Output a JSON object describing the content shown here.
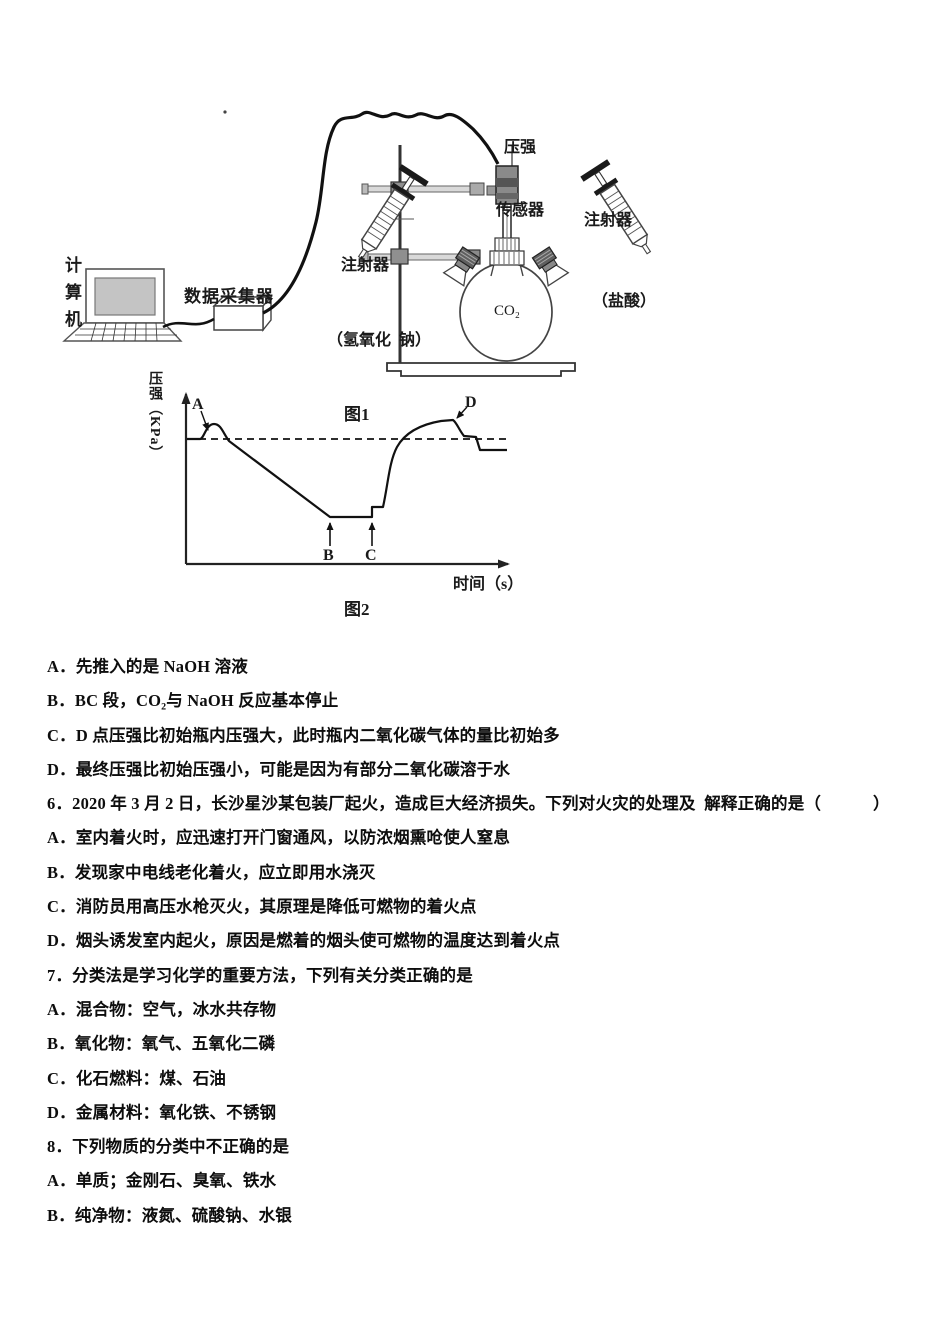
{
  "figure1": {
    "caption": "图1",
    "computer": "计算机",
    "data_collector": "数据采集器",
    "pressure_sensor_line1": "压强",
    "pressure_sensor_line2": "传感器",
    "syringe_naoh_line1": "注射器",
    "syringe_naoh_line2": "（氢氧化  钠）",
    "syringe_hcl_line1": "注射器",
    "syringe_hcl_line2": "（盐酸）",
    "flask_gas": "CO₂"
  },
  "figure2": {
    "caption": "图2",
    "y_axis_label": "压强（KPa）",
    "x_axis_label": "时间（s）",
    "point_a": "A",
    "point_b": "B",
    "point_c": "C",
    "point_d": "D"
  },
  "questions": {
    "lines": [
      "A．先推入的是 NaOH 溶液",
      "B．BC 段，CO₂与 NaOH 反应基本停止",
      "C．D 点压强比初始瓶内压强大，此时瓶内二氧化碳气体的量比初始多",
      "D．最终压强比初始压强小，可能是因为有部分二氧化碳溶于水",
      "6．2020 年 3 月 2 日，长沙星沙某包装厂起火，造成巨大经济损失。下列对火灾的处理及  解释正确的是（            ）",
      "A．室内着火时，应迅速打开门窗通风，以防浓烟熏呛使人窒息",
      "B．发现家中电线老化着火，应立即用水浇灭",
      "C．消防员用高压水枪灭火，其原理是降低可燃物的着火点",
      "D．烟头诱发室内起火，原因是燃着的烟头使可燃物的温度达到着火点",
      "7．分类法是学习化学的重要方法，下列有关分类正确的是",
      "A．混合物：空气，冰水共存物",
      "B．氧化物：氧气、五氧化二磷",
      "C．化石燃料：煤、石油",
      "D．金属材料：氧化铁、不锈钢",
      "8．下列物质的分类中不正确的是",
      "A．单质；金刚石、臭氧、铁水",
      "B．纯净物：液氮、硫酸钠、水银"
    ]
  }
}
